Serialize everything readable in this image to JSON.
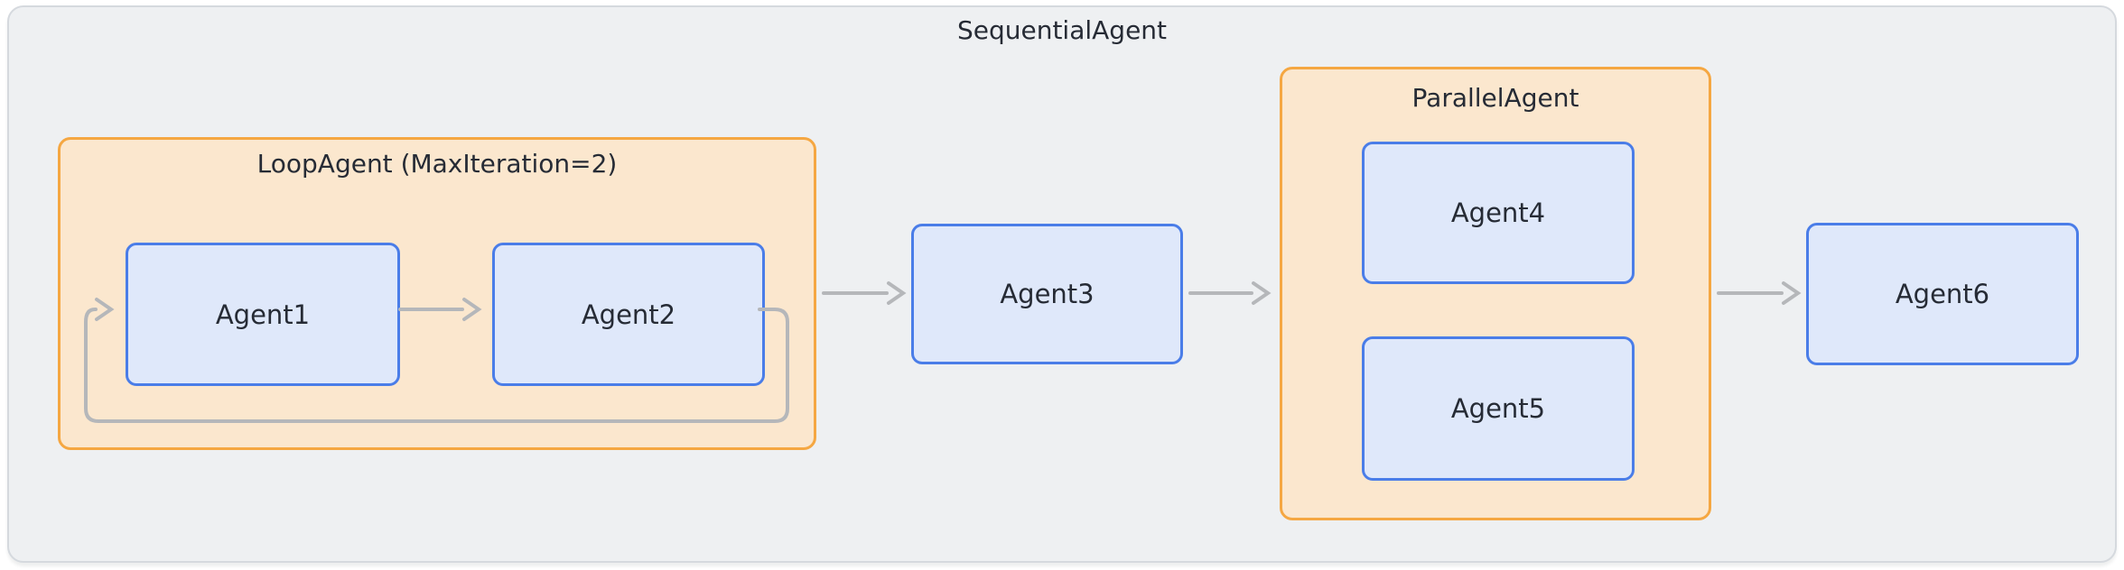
{
  "title": "SequentialAgent",
  "groups": {
    "loop": {
      "title": "LoopAgent (MaxIteration=2)"
    },
    "parallel": {
      "title": "ParallelAgent"
    }
  },
  "nodes": {
    "agent1": {
      "label": "Agent1"
    },
    "agent2": {
      "label": "Agent2"
    },
    "agent3": {
      "label": "Agent3"
    },
    "agent4": {
      "label": "Agent4"
    },
    "agent5": {
      "label": "Agent5"
    },
    "agent6": {
      "label": "Agent6"
    }
  },
  "edges": [
    {
      "from": "agent1",
      "to": "agent2",
      "style": "straight-arrow"
    },
    {
      "from": "agent2",
      "to": "agent1",
      "style": "loop-back-arrow"
    },
    {
      "from": "loop-group",
      "to": "agent3",
      "style": "straight-arrow"
    },
    {
      "from": "agent3",
      "to": "parallel-group",
      "style": "straight-arrow"
    },
    {
      "from": "parallel-group",
      "to": "agent6",
      "style": "straight-arrow"
    }
  ],
  "colors": {
    "group_border": "#F5A742",
    "group_fill": "#FBE7CE",
    "node_border": "#4A7DE8",
    "node_fill": "#DFE8FA",
    "arrow": "#B5B7BA",
    "canvas_fill": "#EEF0F2",
    "canvas_border": "#D5D9DE",
    "text": "#262B35"
  }
}
